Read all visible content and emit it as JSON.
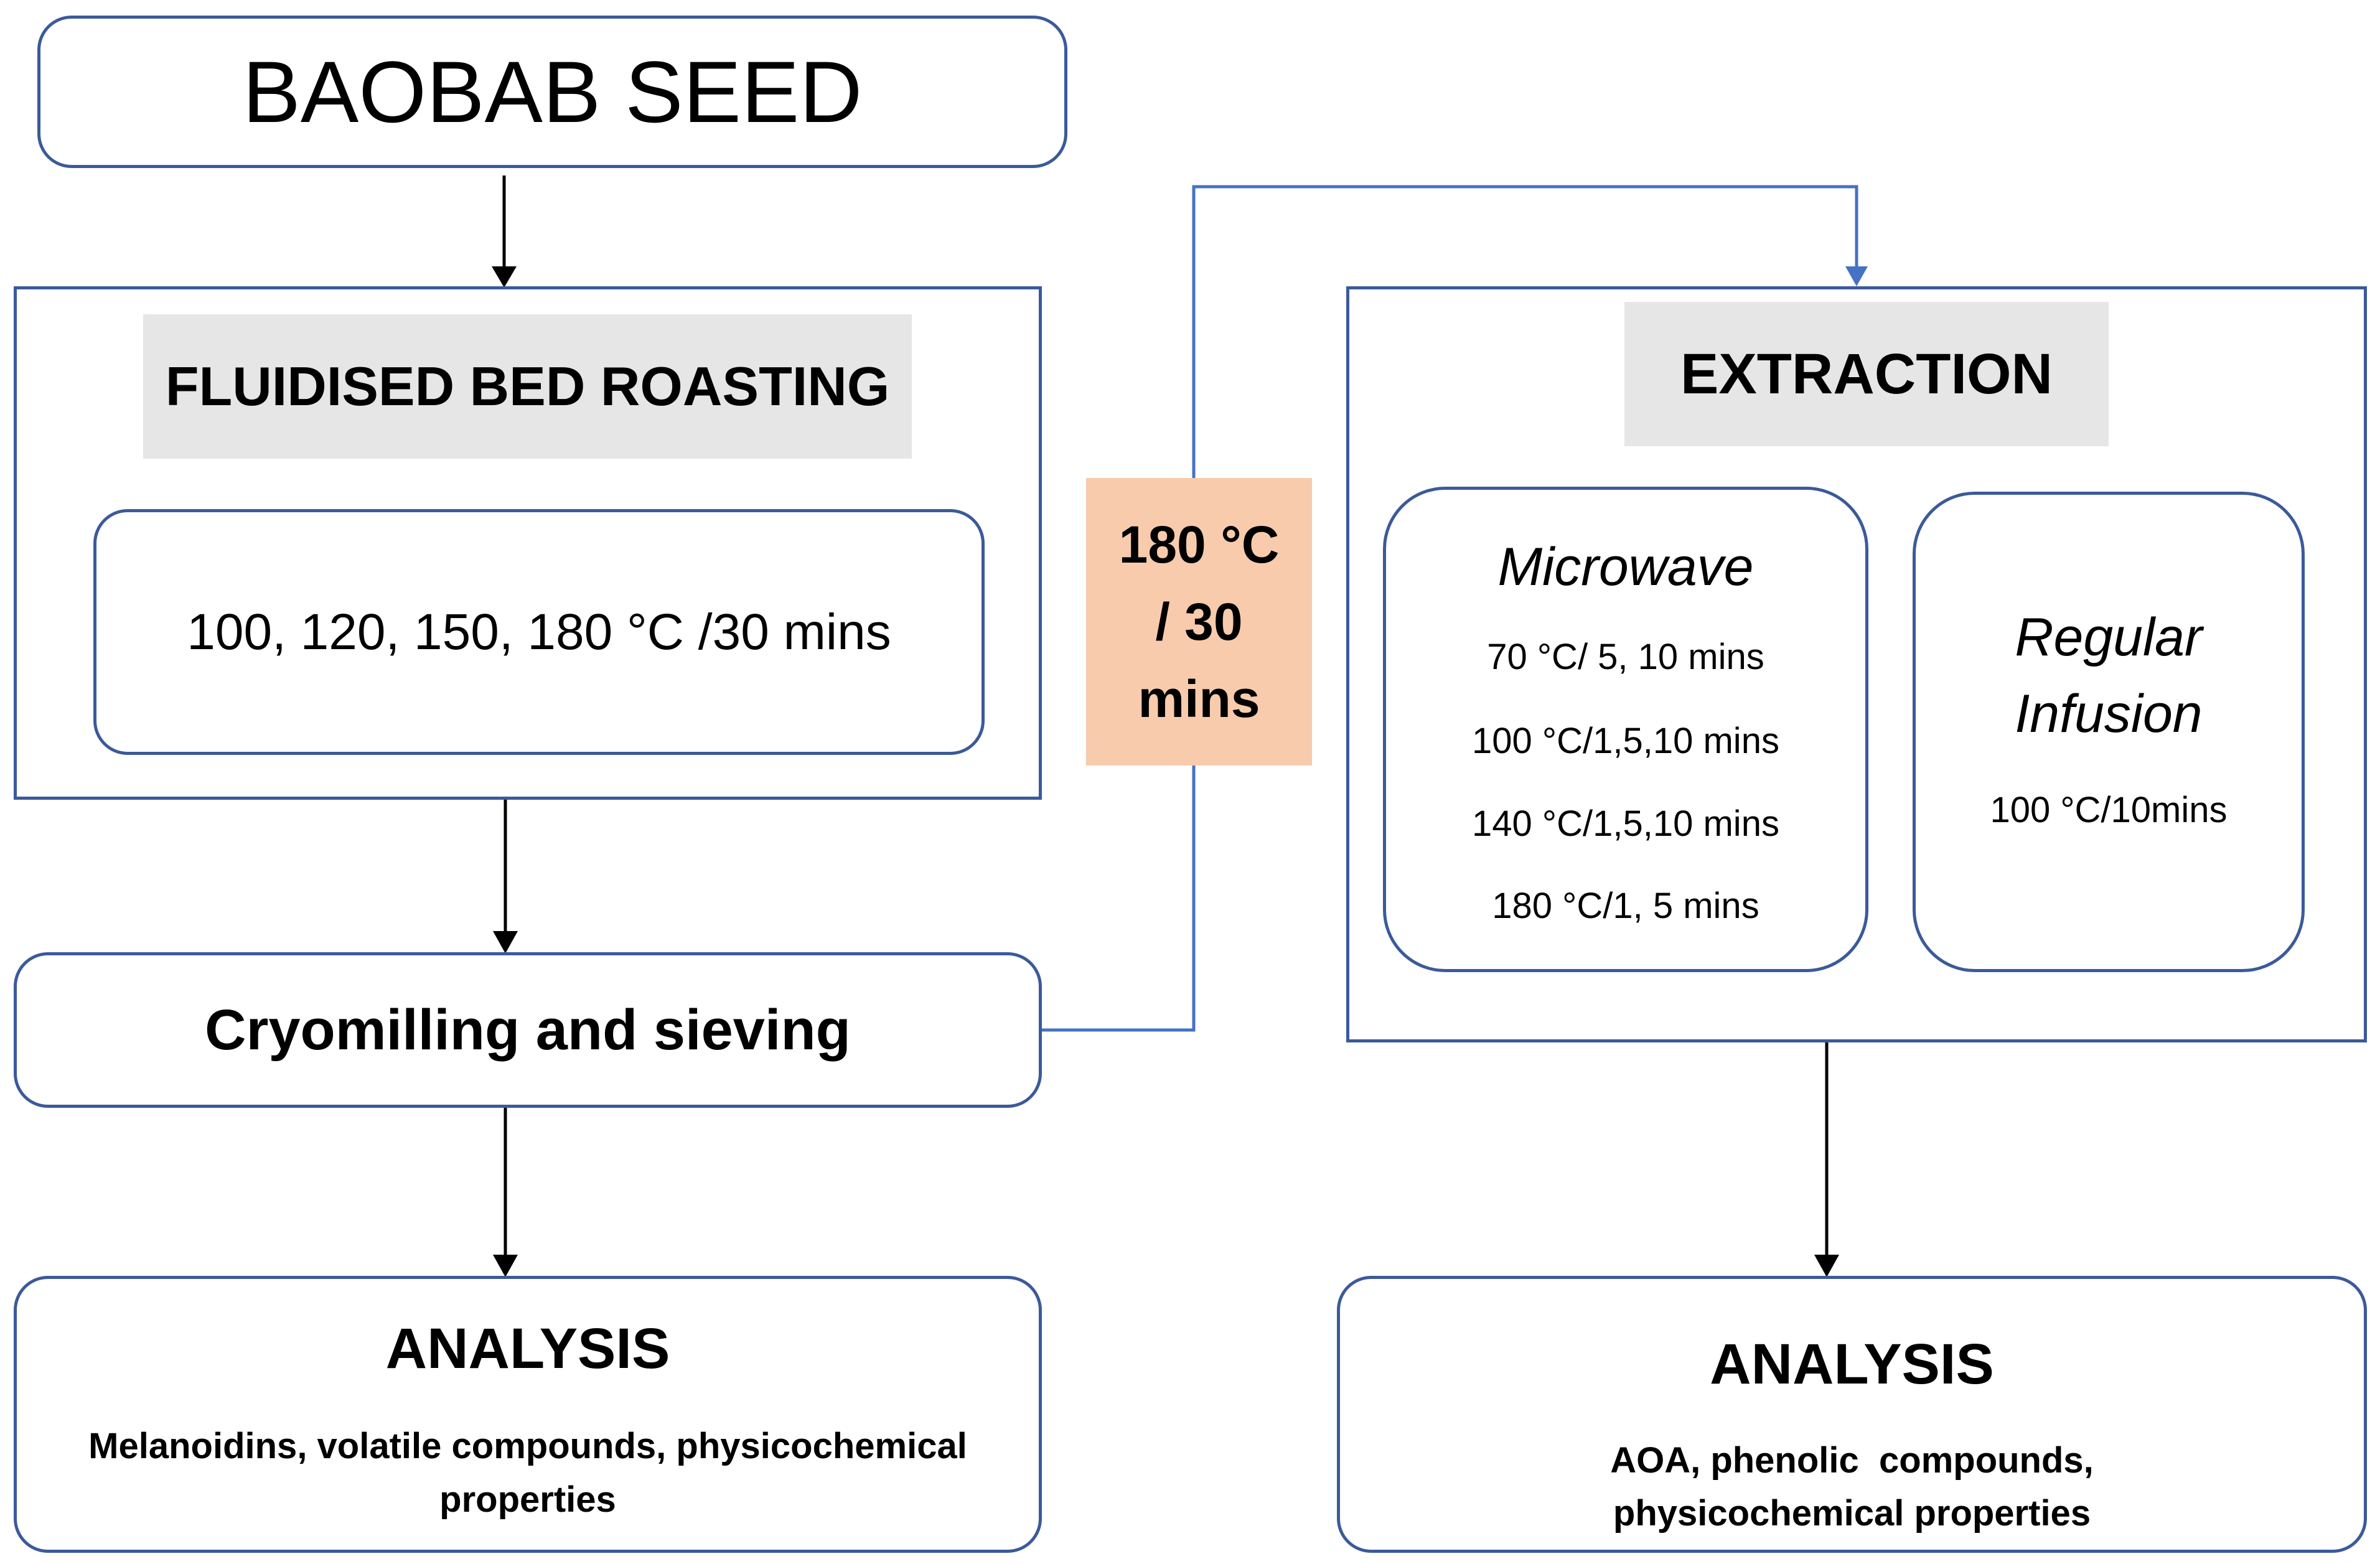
{
  "nodes": {
    "baobab_seed": "BAOBAB SEED",
    "roasting": {
      "title": "FLUIDISED BED ROASTING",
      "conditions": "100, 120, 150, 180 °C /30 mins"
    },
    "cryomilling": "Cryomilling and sieving",
    "condition_label": [
      "180 °C",
      "/ 30",
      "mins"
    ],
    "extraction": {
      "title": "EXTRACTION",
      "microwave": {
        "title": "Microwave",
        "conditions": [
          "70 °C/ 5, 10 mins",
          "100 °C/1,5,10 mins",
          "140 °C/1,5,10 mins",
          "180 °C/1, 5 mins"
        ]
      },
      "regular_infusion": {
        "title": [
          "Regular",
          "Infusion"
        ],
        "conditions": "100 °C/10mins"
      }
    },
    "analysis_left": {
      "title": "ANALYSIS",
      "details": [
        "Melanoidins, volatile compounds, physicochemical",
        "properties"
      ]
    },
    "analysis_right": {
      "title": "ANALYSIS",
      "details": [
        "AOA, phenolic  compounds,",
        "physicochemical properties"
      ]
    }
  },
  "colors": {
    "box_border": "#3b5a9a",
    "arrow_black": "#000000",
    "arrow_blue": "#4472c4",
    "header_band": "#e6e6e6",
    "condition_fill": "#f8cbad"
  }
}
